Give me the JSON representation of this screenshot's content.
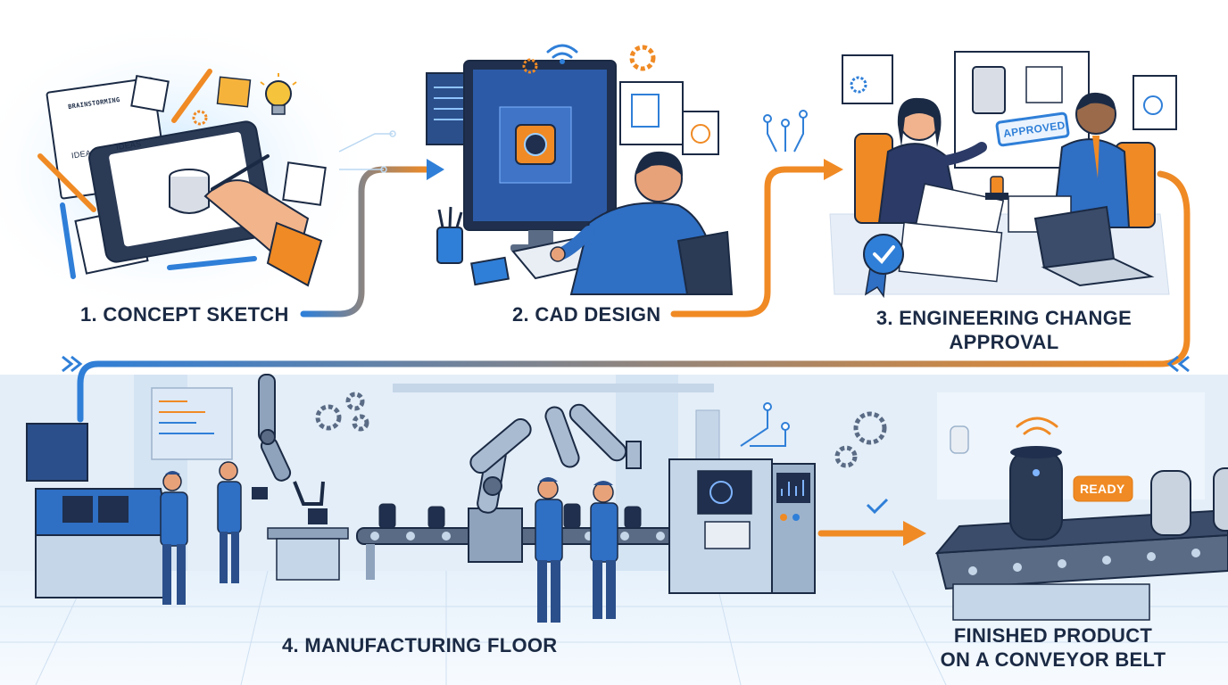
{
  "stages": [
    {
      "label": "1. CONCEPT SKETCH"
    },
    {
      "label": "2. CAD DESIGN"
    },
    {
      "label_line1": "3. ENGINEERING CHANGE",
      "label_line2": "APPROVAL"
    },
    {
      "label": "4. MANUFACTURING FLOOR"
    },
    {
      "label_line1": "FINISHED PRODUCT",
      "label_line2": "ON A CONVEYOR BELT"
    }
  ],
  "sketch_note": {
    "line1": "BRAINSTORMING",
    "line2": "IDEA",
    "line3": "IDEAS"
  },
  "stamp": {
    "text": "APPROVED"
  },
  "product_badge": {
    "text": "READY"
  },
  "colors": {
    "blue": "#2f7fd8",
    "orange": "#f08a24",
    "navy": "#1b2a44",
    "light": "#dfeefb"
  },
  "icons": [
    "lightbulb-icon",
    "gear-icon",
    "wifi-icon",
    "checkmark-icon",
    "award-ribbon-icon",
    "code-window-icon"
  ]
}
